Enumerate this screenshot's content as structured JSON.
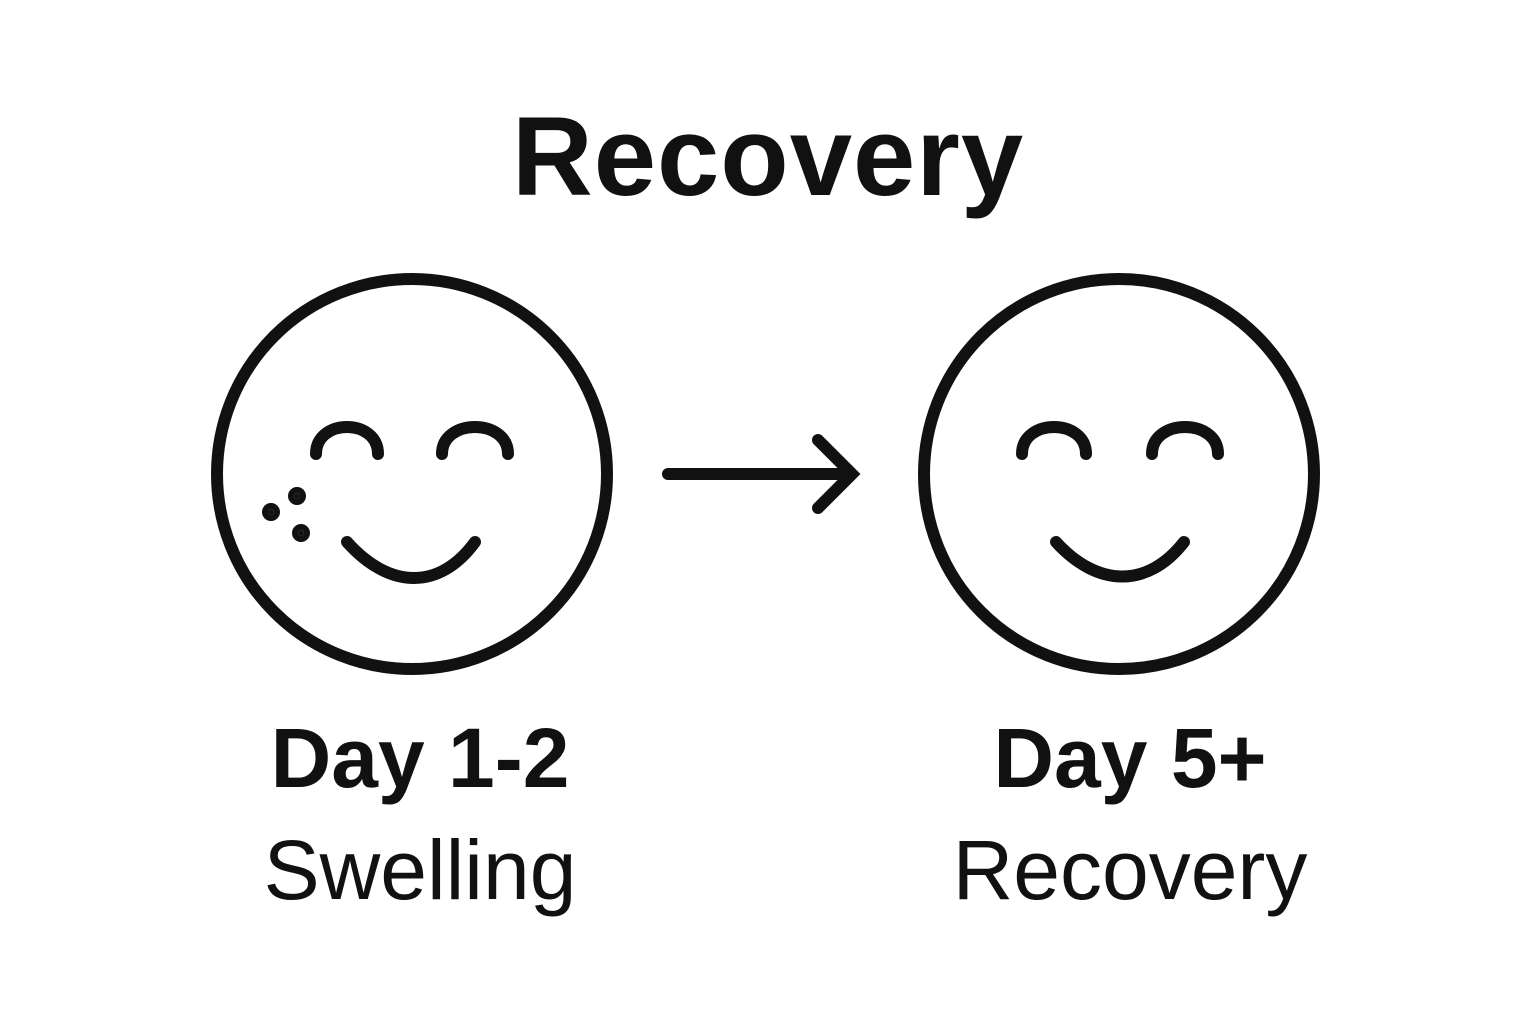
{
  "title": "Recovery",
  "stages": [
    {
      "day": "Day 1-2",
      "label": "Swelling"
    },
    {
      "day": "Day 5+",
      "label": "Recovery"
    }
  ]
}
